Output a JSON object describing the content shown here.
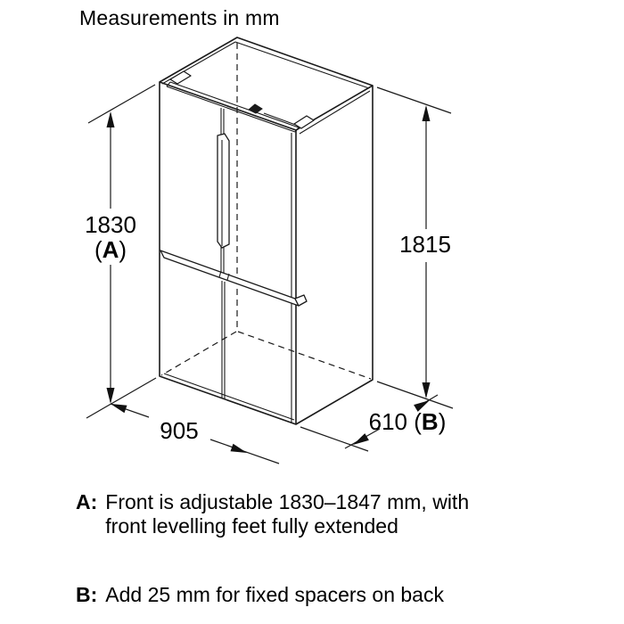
{
  "title": "Measurements in mm",
  "figure": {
    "type": "isometric-line-drawing",
    "subject": "four-door refrigerator with top hinge covers, vertical door handle and mid rail"
  },
  "dimensions": {
    "front_height": {
      "value": "1830",
      "note_open": "(",
      "note_letter": "A",
      "note_close": ")"
    },
    "side_height": {
      "value": "1815"
    },
    "width": {
      "value": "905"
    },
    "depth": {
      "value": "610",
      "note_open": " (",
      "note_letter": "B",
      "note_close": ")"
    }
  },
  "notes": {
    "a": {
      "prefix": "A:",
      "line1": "Front is adjustable 1830–1847 mm, with",
      "line2": "front levelling feet fully extended"
    },
    "b": {
      "prefix": "B:",
      "text": "Add 25 mm for fixed spacers on back"
    }
  },
  "colors": {
    "background": "#ffffff",
    "line": "#1a1a1a",
    "text": "#000000"
  }
}
